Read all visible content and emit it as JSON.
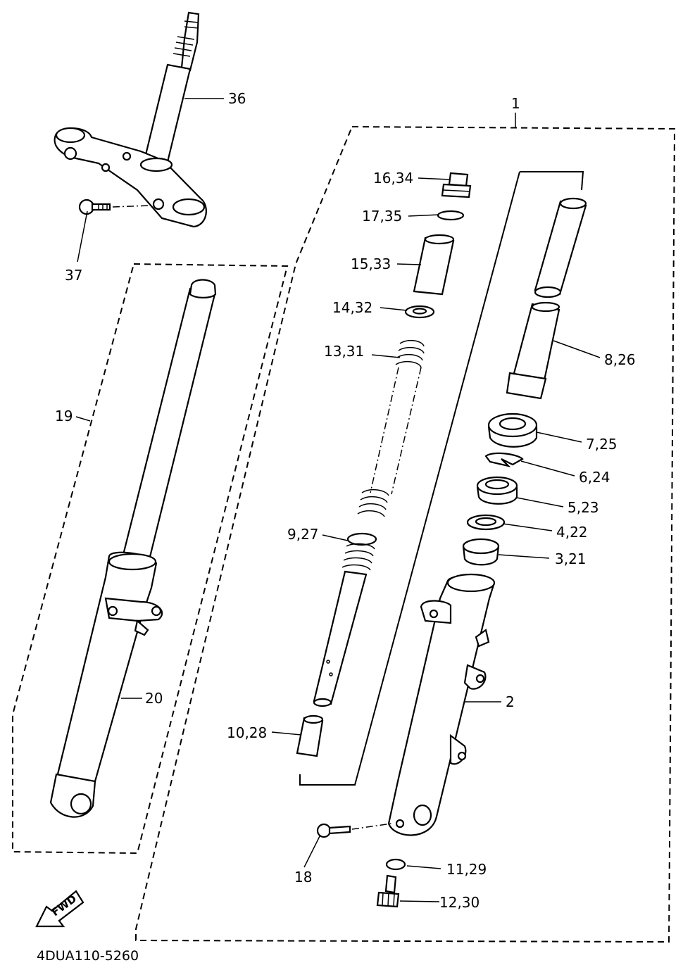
{
  "diagram": {
    "figure_code": "4DUA110-5260",
    "fwd_label": "FWD",
    "callouts": {
      "p1": "1",
      "p2": "2",
      "p3_21": "3,21",
      "p4_22": "4,22",
      "p5_23": "5,23",
      "p6_24": "6,24",
      "p7_25": "7,25",
      "p8_26": "8,26",
      "p9_27": "9,27",
      "p10_28": "10,28",
      "p11_29": "11,29",
      "p12_30": "12,30",
      "p13_31": "13,31",
      "p14_32": "14,32",
      "p15_33": "15,33",
      "p16_34": "16,34",
      "p17_35": "17,35",
      "p18": "18",
      "p19": "19",
      "p20": "20",
      "p36": "36",
      "p37": "37"
    }
  }
}
